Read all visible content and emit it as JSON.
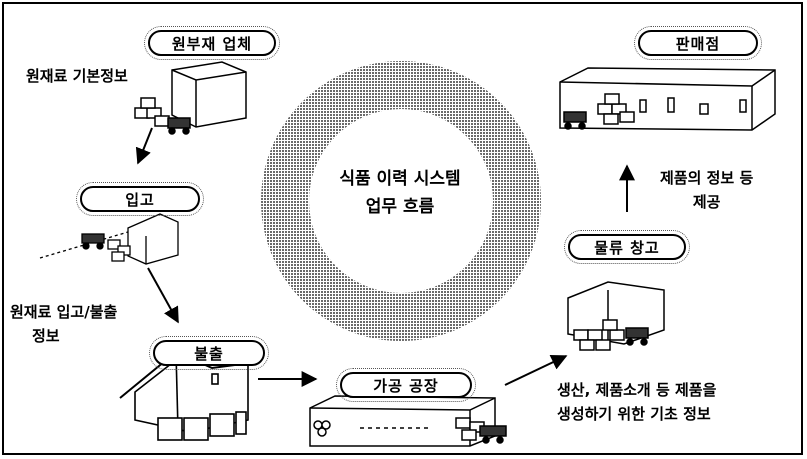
{
  "center": {
    "line1": "식품 이력 시스템",
    "line2": "업무 흐름"
  },
  "nodes": {
    "supplier": "원부재 업체",
    "receiving": "입고",
    "shipping": "불출",
    "factory": "가공 공장",
    "logistics": "물류 창고",
    "retail": "판매점"
  },
  "notes": {
    "raw_info": "원재료 기본정보",
    "inout_line1": "원재료 입고/불출",
    "inout_line2": "정보",
    "product_info_line1": "생산, 제품소개 등 제품을",
    "product_info_line2": "생성하기 위한 기초 정보",
    "retail_info_line1": "제품의 정보 등",
    "retail_info_line2": "제공"
  },
  "colors": {
    "ring": "#8a8a8a",
    "line": "#000000",
    "background": "#ffffff"
  }
}
